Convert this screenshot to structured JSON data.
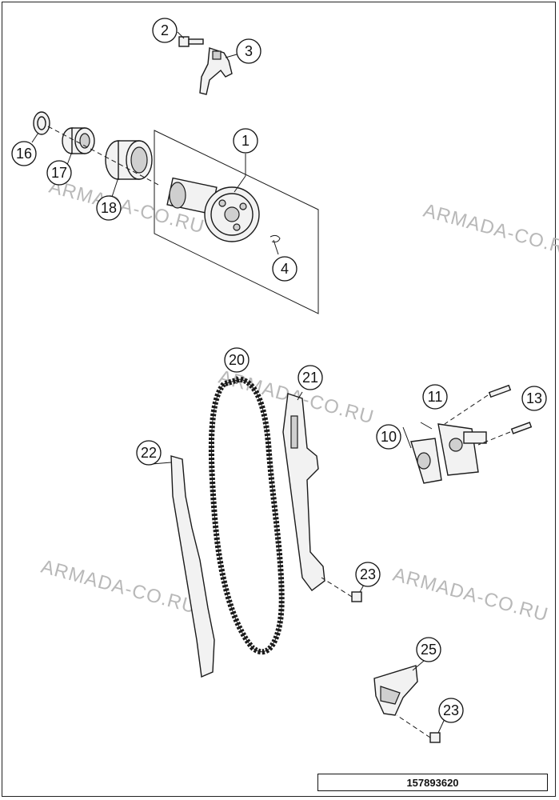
{
  "watermark": "ARMADA-CO.RU",
  "reference_number": "157893620",
  "callouts": {
    "c1": "1",
    "c2": "2",
    "c3": "3",
    "c4": "4",
    "c10": "10",
    "c11": "11",
    "c13": "13",
    "c16": "16",
    "c17": "17",
    "c18": "18",
    "c20": "20",
    "c21": "21",
    "c22": "22",
    "c23a": "23",
    "c23b": "23",
    "c25": "25"
  },
  "colors": {
    "stroke": "#1a1a1a",
    "fill": "#f2f2f2",
    "watermark": "#b8b8b8"
  }
}
